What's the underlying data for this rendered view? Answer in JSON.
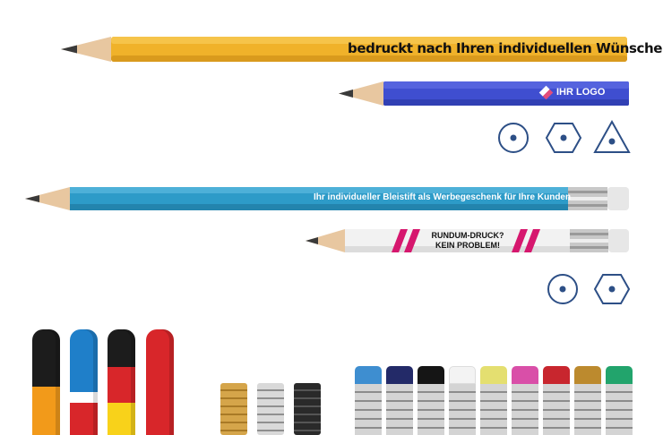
{
  "pencils": {
    "yellow_text": "bedruckt nach Ihren individuellen Wünschen",
    "blue_logo_text": "IHR LOGO",
    "cyan_text": "Ihr individueller Bleistift als Werbegeschenk für Ihre Kunden",
    "white_text_line1": "RUNDUM-DRUCK?",
    "white_text_line2": "KEIN PROBLEM!"
  },
  "shapes_row1": [
    "round-icon",
    "hexagon-icon",
    "triangle-icon"
  ],
  "shapes_row2": [
    "round-icon",
    "hexagon-icon"
  ],
  "colors": {
    "yellow": "#f0b22a",
    "blue": "#3f4ed0",
    "cyan": "#2d9bc8",
    "magenta": "#d6176e",
    "icon_stroke": "#2d4f86",
    "wood": "#e8c7a0"
  },
  "tip_colors": [
    {
      "name": "orange-black",
      "top": "#1c1c1c",
      "band": "#1c1c1c",
      "body": "#f29a1a"
    },
    {
      "name": "blue-white-red",
      "top": "#1f7fc9",
      "band": "#ffffff",
      "body": "#d8262a"
    },
    {
      "name": "germany",
      "top": "#1c1c1c",
      "band": "#d8262a",
      "body": "#f8d21a"
    },
    {
      "name": "red",
      "top": "#d8262a",
      "band": "#d8262a",
      "body": "#d8262a"
    }
  ],
  "ferrule_colors": [
    "#d5a54a",
    "#c9c9c9",
    "#1f1f1f"
  ],
  "eraser_colors": [
    "#3e8ed0",
    "#232a68",
    "#151515",
    "#f3f3f3",
    "#e4df70",
    "#d94fa8",
    "#c8262e",
    "#bc8a2e",
    "#22a46c"
  ]
}
